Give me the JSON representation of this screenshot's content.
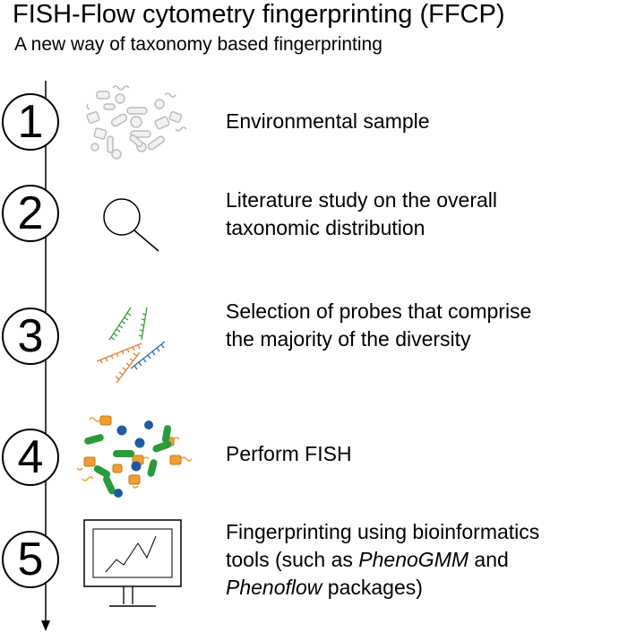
{
  "header": {
    "title": "FISH-Flow cytometry fingerprinting (FFCP)",
    "subtitle": "A new way of taxonomy based fingerprinting"
  },
  "steps": [
    {
      "number": "1",
      "icon": "cells-icon",
      "lines": [
        "Environmental sample"
      ]
    },
    {
      "number": "2",
      "icon": "magnifier-icon",
      "lines": [
        "Literature study on the overall",
        "taxonomic distribution"
      ]
    },
    {
      "number": "3",
      "icon": "probes-icon",
      "lines": [
        "Selection of probes that comprise",
        "the majority of the diversity"
      ]
    },
    {
      "number": "4",
      "icon": "fish-cells-icon",
      "lines": [
        "Perform FISH"
      ]
    },
    {
      "number": "5",
      "icon": "monitor-icon",
      "line1": "Fingerprinting using bioinformatics",
      "line2_a": "tools (such as ",
      "line2_b": "PhenoGMM",
      "line2_c": " and",
      "line3_a": "Phenoflow",
      "line3_b": " packages)"
    }
  ],
  "colors": {
    "green": "#3a9a3a",
    "orange": "#f0a030",
    "blue": "#2a6ab0",
    "grey": "#bbbbbb"
  }
}
